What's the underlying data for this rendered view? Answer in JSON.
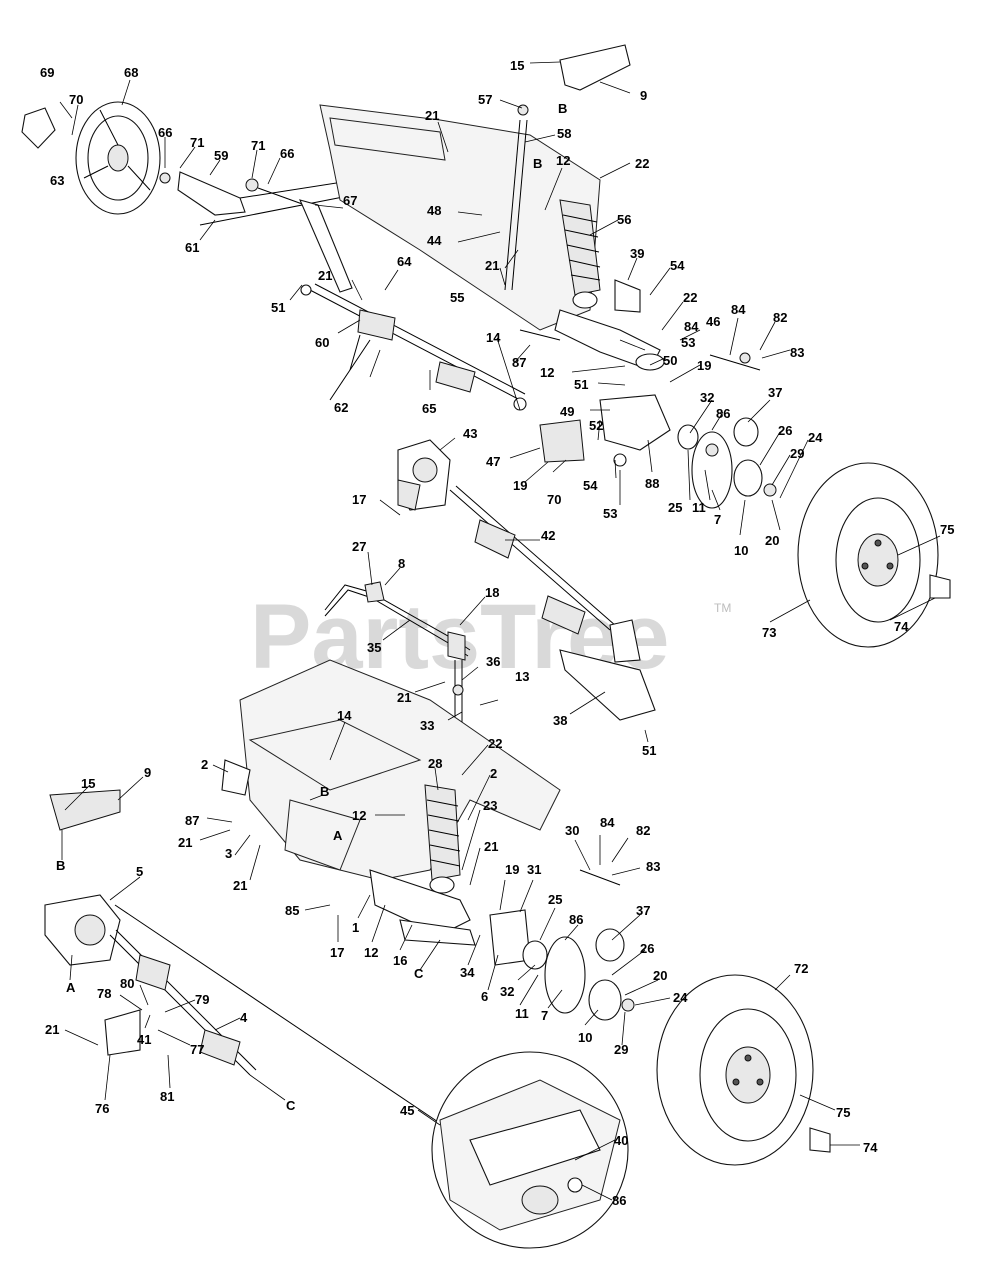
{
  "watermark": {
    "text": "PartsTree",
    "trademark": "TM"
  },
  "callouts": [
    "69",
    "70",
    "68",
    "63",
    "66",
    "71",
    "59",
    "71",
    "66",
    "61",
    "15",
    "9",
    "57",
    "B",
    "21",
    "58",
    "B",
    "12",
    "22",
    "48",
    "44",
    "67",
    "56",
    "21",
    "64",
    "51",
    "55",
    "21",
    "39",
    "54",
    "60",
    "22",
    "14",
    "84",
    "46",
    "84",
    "82",
    "87",
    "53",
    "83",
    "62",
    "65",
    "12",
    "50",
    "51",
    "19",
    "49",
    "32",
    "86",
    "37",
    "26",
    "47",
    "52",
    "43",
    "19",
    "70",
    "54",
    "88",
    "29",
    "24",
    "25",
    "11",
    "7",
    "53",
    "17",
    "10",
    "20",
    "75",
    "27",
    "8",
    "42",
    "18",
    "35",
    "36",
    "73",
    "74",
    "21",
    "13",
    "33",
    "38",
    "14",
    "51",
    "2",
    "22",
    "28",
    "9",
    "2",
    "15",
    "B",
    "12",
    "87",
    "21",
    "A",
    "23",
    "21",
    "3",
    "21",
    "30",
    "84",
    "82",
    "83",
    "19",
    "31",
    "B",
    "85",
    "1",
    "17",
    "12",
    "16",
    "25",
    "86",
    "37",
    "C",
    "34",
    "6",
    "32",
    "26",
    "20",
    "5",
    "24",
    "A",
    "72",
    "80",
    "78",
    "79",
    "4",
    "21",
    "77",
    "11",
    "7",
    "10",
    "29",
    "41",
    "76",
    "81",
    "75",
    "C",
    "45",
    "74",
    "40",
    "86"
  ]
}
